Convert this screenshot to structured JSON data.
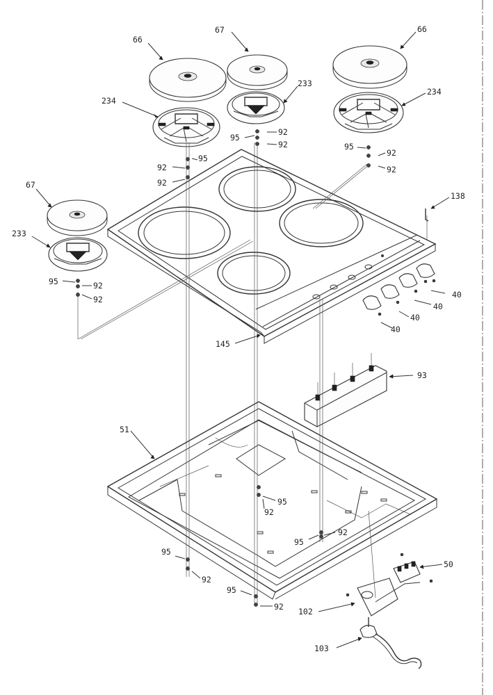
{
  "labels": {
    "plate_66_left": "66",
    "plate_67_mid": "67",
    "plate_66_right": "66",
    "ring_234_left": "234",
    "ring_233_mid": "233",
    "ring_234_right": "234",
    "plate_67_left": "67",
    "ring_233_left": "233",
    "part_138": "138",
    "part_145": "145",
    "part_40": "40",
    "part_93": "93",
    "part_51": "51",
    "part_95": "95",
    "part_92": "92",
    "part_50": "50",
    "part_102": "102",
    "part_103": "103"
  }
}
